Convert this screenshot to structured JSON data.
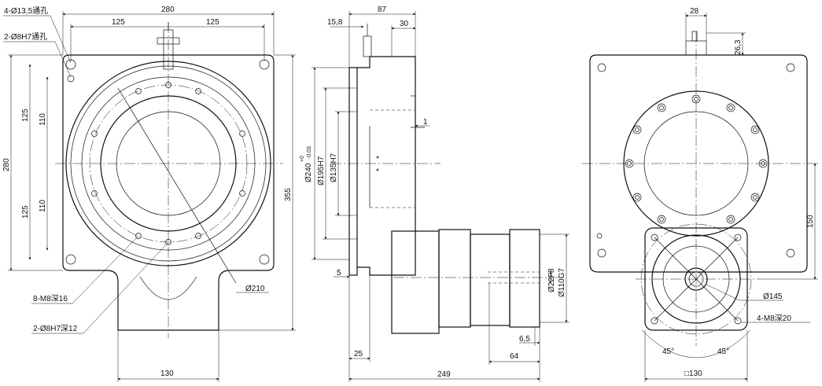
{
  "front_view": {
    "dims": {
      "top_width": "280",
      "top_half_left": "125",
      "top_half_right": "125",
      "left_height": "280",
      "left_upper": "125",
      "left_lower": "125",
      "inner_upper": "110",
      "inner_lower": "110",
      "right_height": "355",
      "bottom_width": "130"
    },
    "callouts": {
      "through_holes": "4-Ø13,5通孔",
      "pin_holes": "2-Ø8H7通孔",
      "thread_holes": "8-M8深16",
      "pin_holes_deep": "2-Ø8H7深12",
      "bolt_circle": "Ø210"
    }
  },
  "side_view": {
    "dims": {
      "top_87": "87",
      "top_15_8": "15,8",
      "top_30": "30",
      "step_1": "1",
      "dia_240": "Ø240",
      "tol_240_up": "+0",
      "tol_240_down": "-0.03",
      "dia_195": "Ø195H7",
      "dia_135": "Ø135H7",
      "left_5": "5",
      "bottom_25": "25",
      "shaft_22": "Ø22F8",
      "dia_110": "Ø110G7",
      "key_6_5": "6,5",
      "len_64": "64",
      "total_249": "249"
    }
  },
  "right_view": {
    "dims": {
      "top_28": "28",
      "height_26_3": "26,3",
      "side_150": "150",
      "dia_145": "Ø145",
      "square_130": "□130",
      "angle_left": "45°",
      "angle_right": "45°"
    },
    "callouts": {
      "motor_threads": "4-M8深20"
    }
  }
}
